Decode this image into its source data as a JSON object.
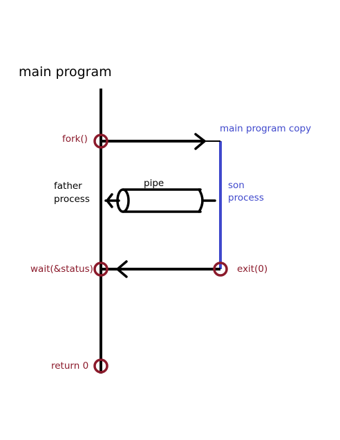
{
  "title": "main program",
  "labels": {
    "fork": "fork()",
    "copy": "main program copy",
    "son_line1": "son",
    "son_line2": "process",
    "father_line1": "father",
    "father_line2": "process",
    "pipe": "pipe",
    "wait": "wait(&status)",
    "exit": "exit(0)",
    "return": "return 0"
  },
  "colors": {
    "node_red": "#8b1a2b",
    "son_blue": "#3f48cc",
    "line_black": "#000000"
  }
}
